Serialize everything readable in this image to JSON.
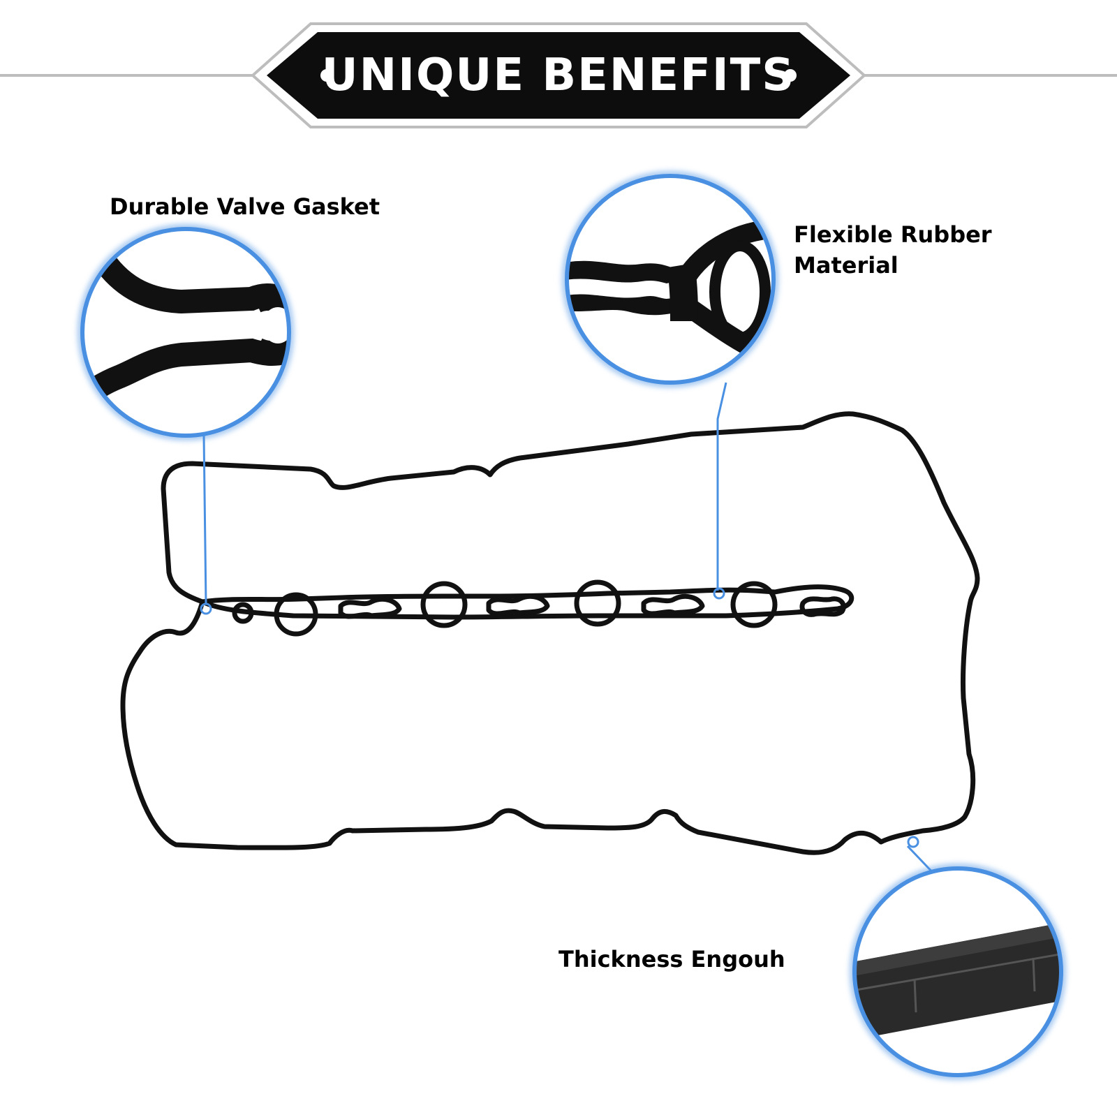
{
  "banner": {
    "title": "UNIQUE BENEFITS"
  },
  "callouts": [
    {
      "id": "durable",
      "label_lines": [
        "Durable Valve Gasket"
      ]
    },
    {
      "id": "flexible",
      "label_lines": [
        "Flexible Rubber",
        "Material"
      ]
    },
    {
      "id": "thickness",
      "label_lines": [
        "Thickness Engouh"
      ]
    }
  ],
  "colors": {
    "accent": "#4a90e2",
    "gasket": "#111111",
    "banner_bg": "#0d0d0d",
    "divider": "#bdbdbd"
  }
}
